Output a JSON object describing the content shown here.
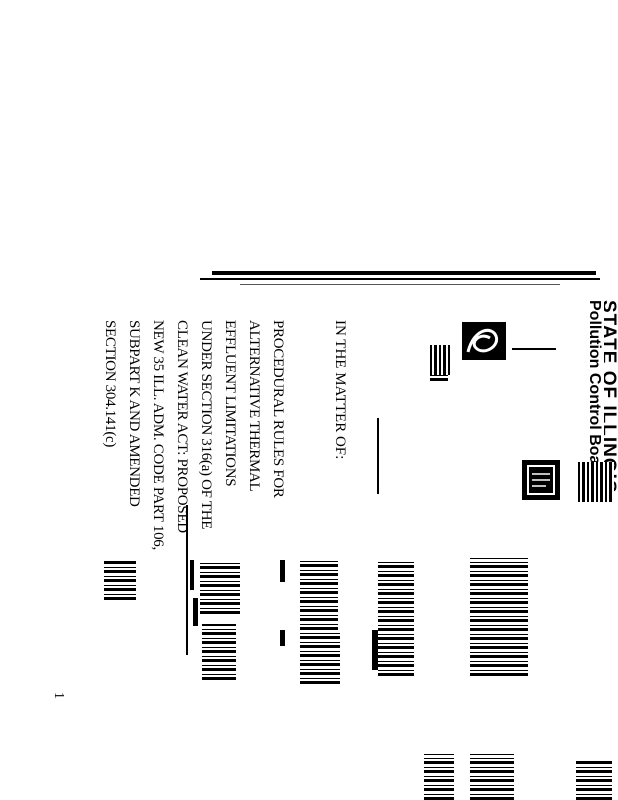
{
  "letterhead": {
    "line1": "STATE OF ILLINOIS",
    "line2": "Pollution Control Board"
  },
  "caption": {
    "matter_intro": "IN THE MATTER OF:",
    "lines": [
      "PROCEDURAL RULES FOR",
      "ALTERNATIVE THERMAL",
      "EFFLUENT LIMITATIONS",
      "UNDER SECTION 316(a) OF THE",
      "CLEAN WATER ACT: PROPOSED",
      "NEW 35 ILL. ADM. CODE PART 106,",
      "SUBPART K AND AMENDED",
      "SECTION 304.141(c)"
    ]
  },
  "page_number": "1"
}
